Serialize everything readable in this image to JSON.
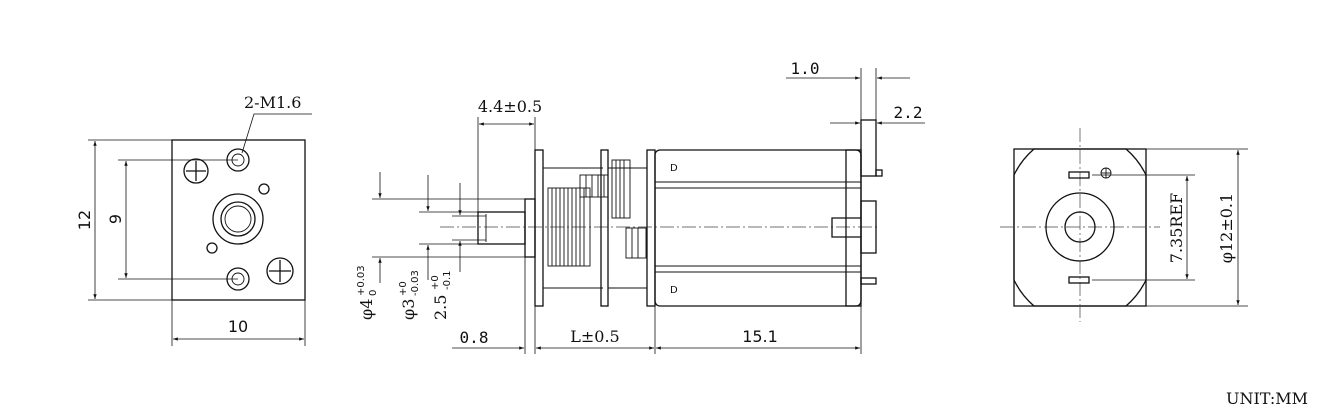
{
  "front_view": {
    "hole_callout": "2-M1.6",
    "dim_height": "12",
    "dim_hole_pitch": "9",
    "dim_width": "10"
  },
  "side_view": {
    "dim_gearbox": "4.4±0.5",
    "dim_terminal_gap": "1.0",
    "dim_terminal_width": "2.2",
    "dim_flange": "0.8",
    "dim_length": "L±0.5",
    "dim_motor": "15.1",
    "dia_boss": {
      "prefix": "φ4",
      "upper": "+0.03",
      "lower": "0"
    },
    "dia_shaft3": {
      "prefix": "φ3",
      "upper": "+0",
      "lower": "-0.03"
    },
    "dia_shaft25": {
      "prefix": "2.5",
      "upper": "+0",
      "lower": "-0.1"
    },
    "motor_mark_top": "D",
    "motor_mark_bottom": "D"
  },
  "rear_view": {
    "dim_ref": "7.35REF",
    "dim_diameter": "φ12±0.1"
  },
  "unit_label": "UNIT:MM"
}
